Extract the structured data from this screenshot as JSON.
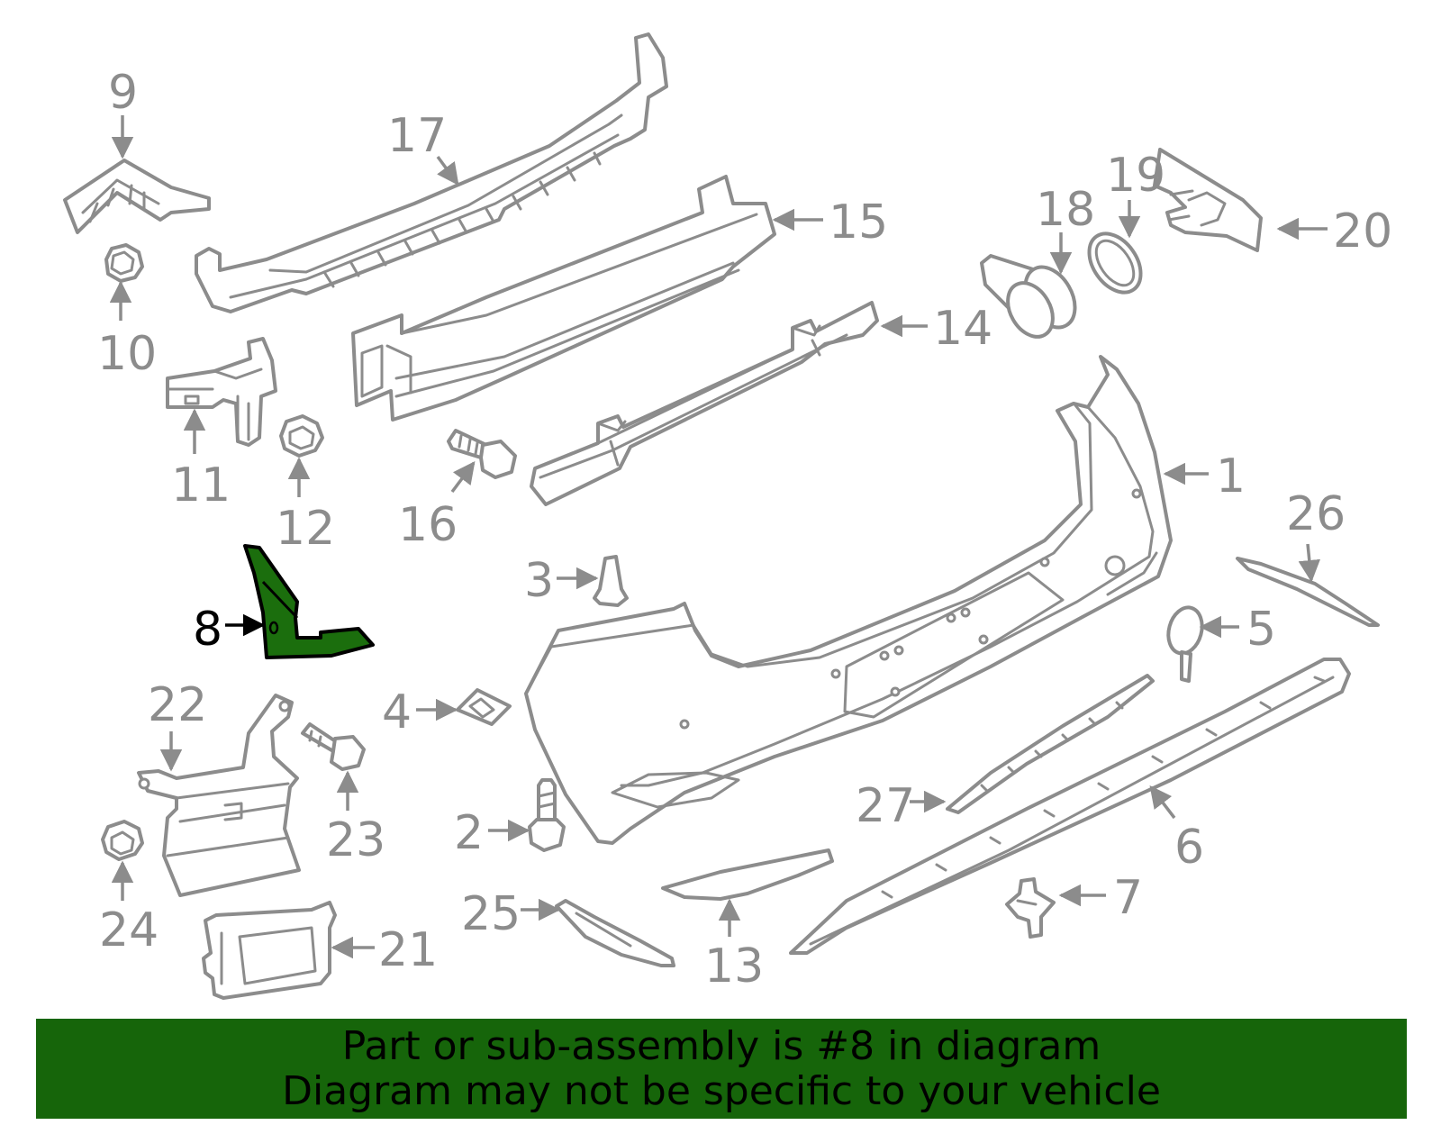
{
  "diagram": {
    "highlighted_part": "8",
    "highlight_color": "#1b6e0d",
    "part_color": "#8c8c8c",
    "callouts": [
      "1",
      "2",
      "3",
      "4",
      "5",
      "6",
      "7",
      "8",
      "9",
      "10",
      "11",
      "12",
      "13",
      "14",
      "15",
      "16",
      "17",
      "18",
      "19",
      "20",
      "21",
      "22",
      "23",
      "24",
      "25",
      "26",
      "27"
    ]
  },
  "banner": {
    "color": "#16650a",
    "line1": "Part or sub-assembly is #8 in diagram",
    "line2": "Diagram may not be specific to your vehicle"
  }
}
